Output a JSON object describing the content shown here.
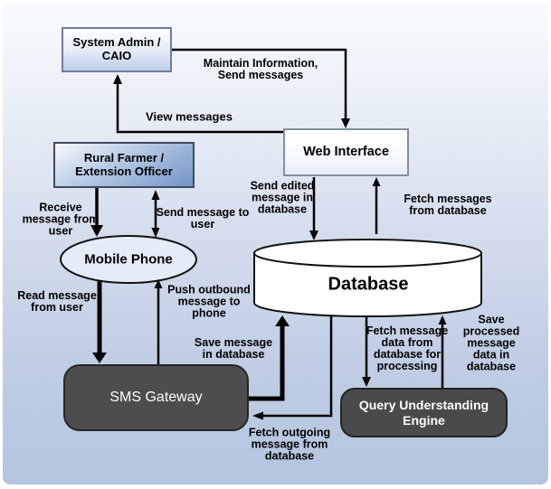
{
  "diagram": {
    "nodes": {
      "system_admin": {
        "label": "System Admin /\nCAIO"
      },
      "web_interface": {
        "label": "Web Interface"
      },
      "rural_farmer": {
        "label": "Rural Farmer /\nExtension Officer"
      },
      "mobile_phone": {
        "label": "Mobile Phone"
      },
      "database": {
        "label": "Database"
      },
      "sms_gateway": {
        "label": "SMS Gateway"
      },
      "query_engine": {
        "label": "Query Understanding\nEngine"
      }
    },
    "edge_labels": {
      "maintain": "Maintain Information,\nSend messages",
      "view": "View messages",
      "send_edited": "Send edited\nmessage in\ndatabase",
      "fetch_messages": "Fetch messages\nfrom database",
      "receive": "Receive\nmessage from\nuser",
      "send_to_user": "Send message to\nuser",
      "read": "Read message\nfrom user",
      "push": "Push outbound\nmessage to\nphone",
      "save_message": "Save message\nin database",
      "fetch_outgoing": "Fetch outgoing\nmessage from\ndatabase",
      "fetch_data": "Fetch message\ndata from\ndatabase for\nprocessing",
      "save_processed": "Save processed\nmessage data in\ndatabase"
    },
    "colors": {
      "background_top": "#f8fafd",
      "background_bottom": "#b4c5e0",
      "dark_node_fill": "#4d4d4d",
      "dark_node_text": "#ffffff",
      "farmer_node_fill": "#7195c7",
      "light_node_fill": "#e4ecf8",
      "arrow": "#000000"
    }
  }
}
